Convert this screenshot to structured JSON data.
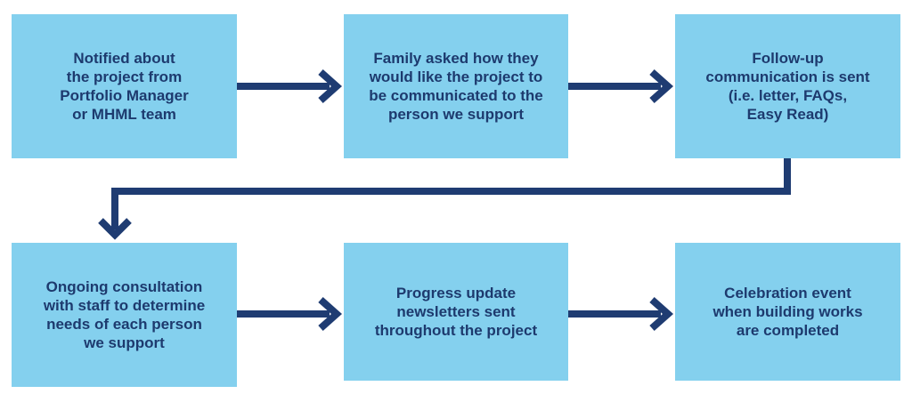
{
  "diagram": {
    "colors": {
      "box_fill": "#84d0ee",
      "text": "#1d3a6e",
      "arrow": "#1f3c72"
    },
    "steps": [
      {
        "text": "Notified about\nthe project from\nPortfolio Manager\nor MHML team"
      },
      {
        "text": "Family asked how they\nwould like the project to\nbe communicated to the\nperson we support"
      },
      {
        "text": "Follow-up\ncommunication is sent\n(i.e. letter, FAQs,\nEasy Read)"
      },
      {
        "text": "Ongoing consultation\nwith staff to determine\nneeds of each person\nwe support"
      },
      {
        "text": "Progress update\nnewsletters sent\nthroughout the project"
      },
      {
        "text": "Celebration event\nwhen building works\nare completed"
      }
    ]
  }
}
